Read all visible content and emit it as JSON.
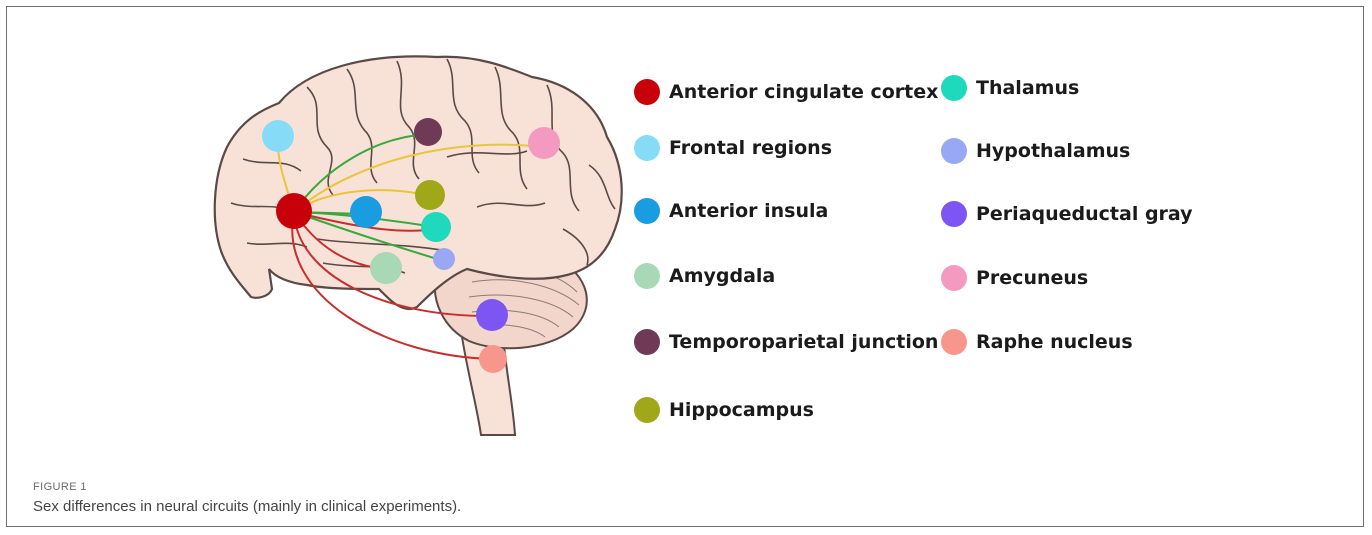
{
  "figure": {
    "label": "FIGURE 1",
    "caption": "Sex differences in neural circuits (mainly in clinical experiments)."
  },
  "legend": {
    "left": [
      {
        "label": "Anterior cingulate cortex",
        "color": "#c8000a"
      },
      {
        "label": "Frontal regions",
        "color": "#86dcf6"
      },
      {
        "label": "Anterior insula",
        "color": "#1a9ce0"
      },
      {
        "label": "Amygdala",
        "color": "#a8d8b5"
      },
      {
        "label": "Temporoparietal junction",
        "color": "#6e3a55"
      },
      {
        "label": "Hippocampus",
        "color": "#a0a81a"
      }
    ],
    "right": [
      {
        "label": "Thalamus",
        "color": "#1fd9bd"
      },
      {
        "label": "Hypothalamus",
        "color": "#98a8f5"
      },
      {
        "label": "Periaqueductal gray",
        "color": "#7d55f2"
      },
      {
        "label": "Precuneus",
        "color": "#f49ac0"
      },
      {
        "label": "Raphe nucleus",
        "color": "#f7968c"
      }
    ]
  },
  "diagram": {
    "brain_fill": "#f8e2d8",
    "outline_color": "#5a4a46",
    "connection_colors": {
      "green": "#3aa83a",
      "yellow": "#eac53a",
      "red": "#c72f2f"
    }
  }
}
